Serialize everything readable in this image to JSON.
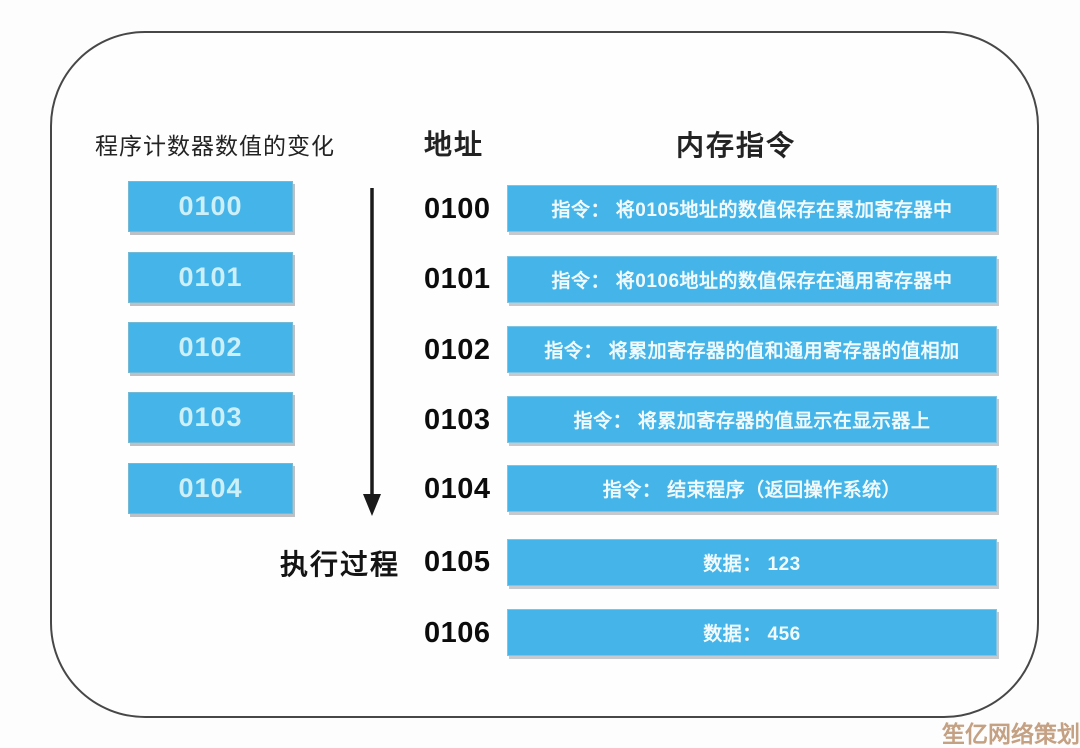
{
  "colors": {
    "cell_blue": "#45b4e8",
    "pc_text": "#cdeff8",
    "instruction_text": "#f0fafd",
    "frame_border": "#474747",
    "heading_text": "#232323",
    "watermark_text": "#c5a184"
  },
  "left_panel": {
    "title": "程序计数器数值的变化",
    "values": [
      "0100",
      "0101",
      "0102",
      "0103",
      "0104"
    ]
  },
  "flow": {
    "label": "执行过程",
    "arrow_icon": "arrow-down"
  },
  "address_column": {
    "title": "地址"
  },
  "memory_column": {
    "title": "内存指令"
  },
  "rows": [
    {
      "address": "0100",
      "content": "指令： 将0105地址的数值保存在累加寄存器中"
    },
    {
      "address": "0101",
      "content": "指令： 将0106地址的数值保存在通用寄存器中"
    },
    {
      "address": "0102",
      "content": "指令： 将累加寄存器的值和通用寄存器的值相加"
    },
    {
      "address": "0103",
      "content": "指令： 将累加寄存器的值显示在显示器上"
    },
    {
      "address": "0104",
      "content": "指令： 结束程序（返回操作系统）"
    },
    {
      "address": "0105",
      "content": "数据： 123"
    },
    {
      "address": "0106",
      "content": "数据： 456"
    }
  ],
  "watermark": "笙亿网络策划"
}
